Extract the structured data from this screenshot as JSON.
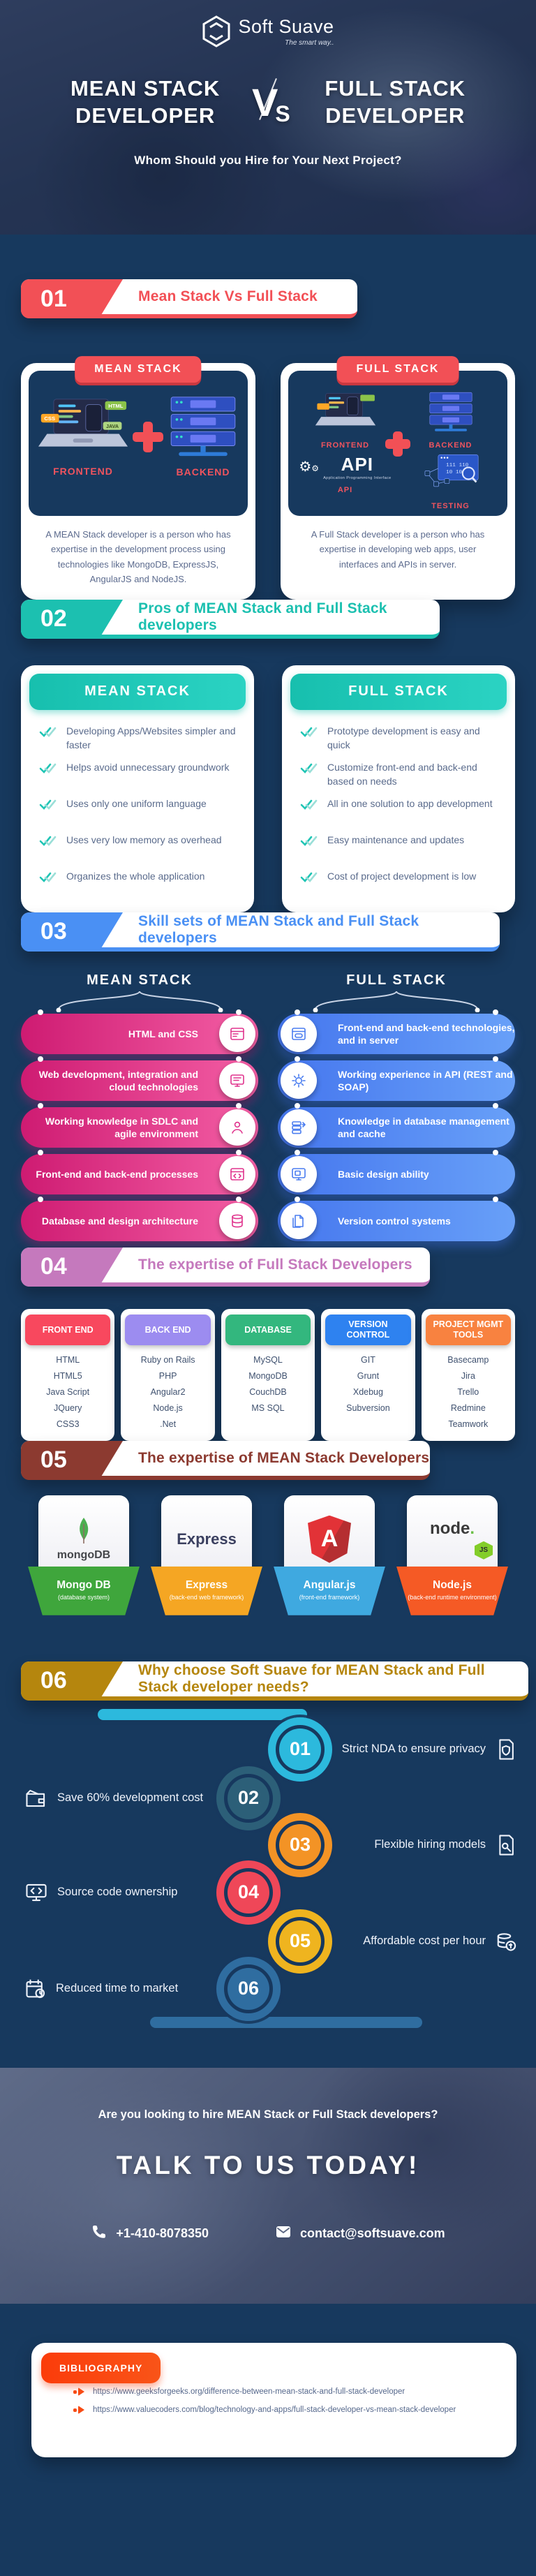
{
  "header": {
    "brand": "Soft Suave",
    "tagline": "The smart way..",
    "left_title_line1": "MEAN STACK",
    "left_title_line2": "DEVELOPER",
    "vs_v": "V",
    "vs_s": "S",
    "right_title_line1": "FULL STACK",
    "right_title_line2": "DEVELOPER",
    "subtitle": "Whom Should you Hire for Your Next Project?"
  },
  "sections": {
    "s1": {
      "number": "01",
      "title": "Mean Stack Vs Full Stack",
      "accent": "#f25056"
    },
    "s2": {
      "number": "02",
      "title": "Pros of MEAN Stack and Full Stack developers",
      "accent": "#1cc0b0"
    },
    "s3": {
      "number": "03",
      "title": "Skill sets of MEAN Stack and Full Stack developers",
      "accent": "#4a90f4"
    },
    "s4": {
      "number": "04",
      "title": "The expertise of Full Stack Developers",
      "accent": "#c579bd"
    },
    "s5": {
      "number": "05",
      "title": "The expertise of MEAN Stack Developers",
      "accent": "#8c3a30"
    },
    "s6": {
      "number": "06",
      "title": "Why choose Soft Suave for MEAN Stack and Full Stack developer needs?",
      "accent": "#b5860e"
    }
  },
  "comparison": {
    "mean": {
      "tab": "MEAN STACK",
      "frontend_label": "FRONTEND",
      "backend_label": "BACKEND",
      "description": "A MEAN Stack developer is a person who has expertise in the development process using technologies like MongoDB, ExpressJS, AngularJS and NodeJS."
    },
    "full": {
      "tab": "FULL STACK",
      "frontend_label": "FRONTEND",
      "backend_label": "BACKEND",
      "api_word": "API",
      "api_sub": "Application Programming Interface",
      "api_label": "API",
      "testing_label": "TESTING",
      "description": "A Full Stack developer is a person who has expertise in developing web apps, user interfaces and APIs in server."
    }
  },
  "pros": {
    "mean": {
      "header": "MEAN STACK",
      "items": [
        "Developing Apps/Websites simpler and faster",
        "Helps avoid unnecessary groundwork",
        "Uses only one uniform language",
        "Uses very low memory as overhead",
        "Organizes the whole application"
      ]
    },
    "full": {
      "header": "FULL STACK",
      "items": [
        "Prototype development is easy and quick",
        "Customize front-end and back-end based on needs",
        "All in one solution to app development",
        "Easy maintenance and updates",
        "Cost of project development is low"
      ]
    }
  },
  "skills": {
    "mean": {
      "header": "MEAN STACK",
      "items": [
        "HTML and CSS",
        "Web development, integration and cloud technologies",
        "Working knowledge in SDLC and agile environment",
        "Front-end and back-end processes",
        "Database and design architecture"
      ]
    },
    "full": {
      "header": "FULL STACK",
      "items": [
        "Front-end and back-end technologies, and in server",
        "Working experience in API (REST and SOAP)",
        "Knowledge in database management and cache",
        "Basic design ability",
        "Version control systems"
      ]
    }
  },
  "expertise_full": {
    "columns": [
      {
        "header": "FRONT END",
        "color": "#f8485e",
        "items": [
          "HTML",
          "HTML5",
          "Java Script",
          "JQuery",
          "CSS3"
        ]
      },
      {
        "header": "BACK END",
        "color": "#9c8cf0",
        "items": [
          "Ruby on Rails",
          "PHP",
          "Angular2",
          "Node.js",
          ".Net"
        ]
      },
      {
        "header": "DATABASE",
        "color": "#33b77e",
        "items": [
          "MySQL",
          "MongoDB",
          "CouchDB",
          "MS SQL"
        ]
      },
      {
        "header": "VERSION CONTROL",
        "color": "#2e82f0",
        "items": [
          "GIT",
          "Grunt",
          "Xdebug",
          "Subversion"
        ]
      },
      {
        "header": "PROJECT MGMT TOOLS",
        "color": "#f88240",
        "items": [
          "Basecamp",
          "Jira",
          "Trello",
          "Redmine",
          "Teamwork"
        ]
      }
    ]
  },
  "expertise_mean": {
    "cards": [
      {
        "logo_text": "mongoDB",
        "name": "Mongo DB",
        "subtitle": "(database system)",
        "color": "#3fa63c"
      },
      {
        "logo_text": "Express",
        "name": "Express",
        "subtitle": "(back-end web framework)",
        "color": "#f5a623"
      },
      {
        "logo_text": "A",
        "name": "Angular.js",
        "subtitle": "(front-end framework)",
        "color": "#3fa9e0"
      },
      {
        "logo_text": "node",
        "logo_badge": "JS",
        "name": "Node.js",
        "subtitle": "(back-end runtime environment)",
        "color": "#f55a25"
      }
    ]
  },
  "reasons": [
    {
      "number": "01",
      "text": "Strict NDA to ensure privacy",
      "color": "#2cb9dd",
      "side": "right"
    },
    {
      "number": "02",
      "text": "Save 60% development cost",
      "color": "#2c5f78",
      "side": "left"
    },
    {
      "number": "03",
      "text": "Flexible hiring models",
      "color": "#f39325",
      "side": "right"
    },
    {
      "number": "04",
      "text": "Source code ownership",
      "color": "#ef4758",
      "side": "left"
    },
    {
      "number": "05",
      "text": "Affordable cost per hour",
      "color": "#efb41f",
      "side": "right"
    },
    {
      "number": "06",
      "text": "Reduced time to market",
      "color": "#2f6da0",
      "side": "left"
    }
  ],
  "footer": {
    "question": "Are you looking to hire MEAN Stack or Full Stack developers?",
    "cta": "TALK TO US TODAY!",
    "phone": "+1-410-8078350",
    "email": "contact@softsuave.com"
  },
  "bibliography": {
    "title": "BIBLIOGRAPHY",
    "links": [
      "https://www.geeksforgeeks.org/difference-between-mean-stack-and-full-stack-developer",
      "https://www.valuecoders.com/blog/technology-and-apps/full-stack-developer-vs-mean-stack-developer"
    ]
  }
}
